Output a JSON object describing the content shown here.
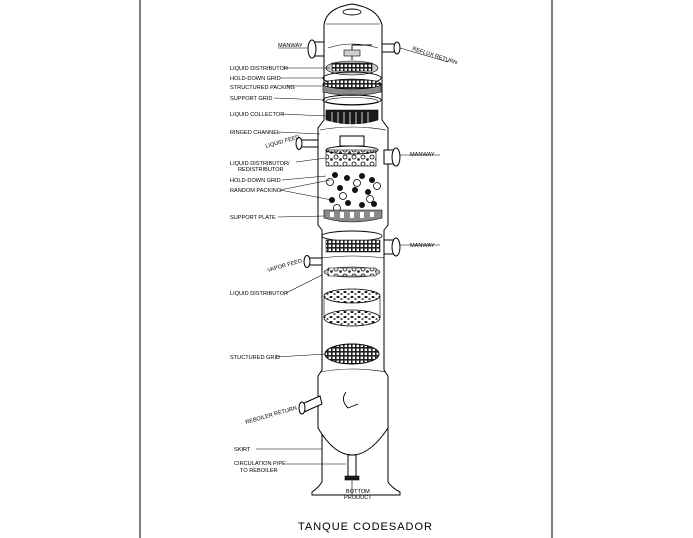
{
  "title": "TANQUE CODESADOR",
  "labels": {
    "manway_top_left": "MANWAY",
    "reflux_return": "REFLUX RETURN",
    "liquid_distributor": "LIQUID DISTRIBUTOR",
    "hold_down_grid_1": "HOLD-DOWN GRID",
    "structured_packing": "STRUCTURED PACKING",
    "support_grid": "SUPPORT GRID",
    "liquid_collector": "LIQUID COLLECTOR",
    "ringed_channel": "RINGED CHANNEL",
    "liquid_feed": "LIQUID FEED",
    "manway_right_1": "MANWAY",
    "liquid_distributor_redistributor_line1": "LIQUID DISTRIBUTOR/",
    "liquid_distributor_redistributor_line2": "REDISTRIBUTOR",
    "hold_down_grid_2": "HOLD-DOWN GRID",
    "random_packing": "RANDOM PACKING",
    "support_plate": "SUPPORT PLATE",
    "manway_right_2": "MANWAY",
    "vapor_feed": "VAPOR FEED",
    "liquid_distributor_2": "LIQUID DISTRIBUTOR",
    "structured_grid": "STUCTURED GRID",
    "reboiler_return": "REBOILER RETURN",
    "skirt": "SKIRT",
    "circulation_pipe_line1": "CIRCULATION PIPE",
    "circulation_pipe_line2": "TO REBOILER",
    "bottom_product_line1": "BOTTOM",
    "bottom_product_line2": "PRODUCT"
  },
  "colors": {
    "ink": "#000000",
    "background": "#ffffff"
  }
}
